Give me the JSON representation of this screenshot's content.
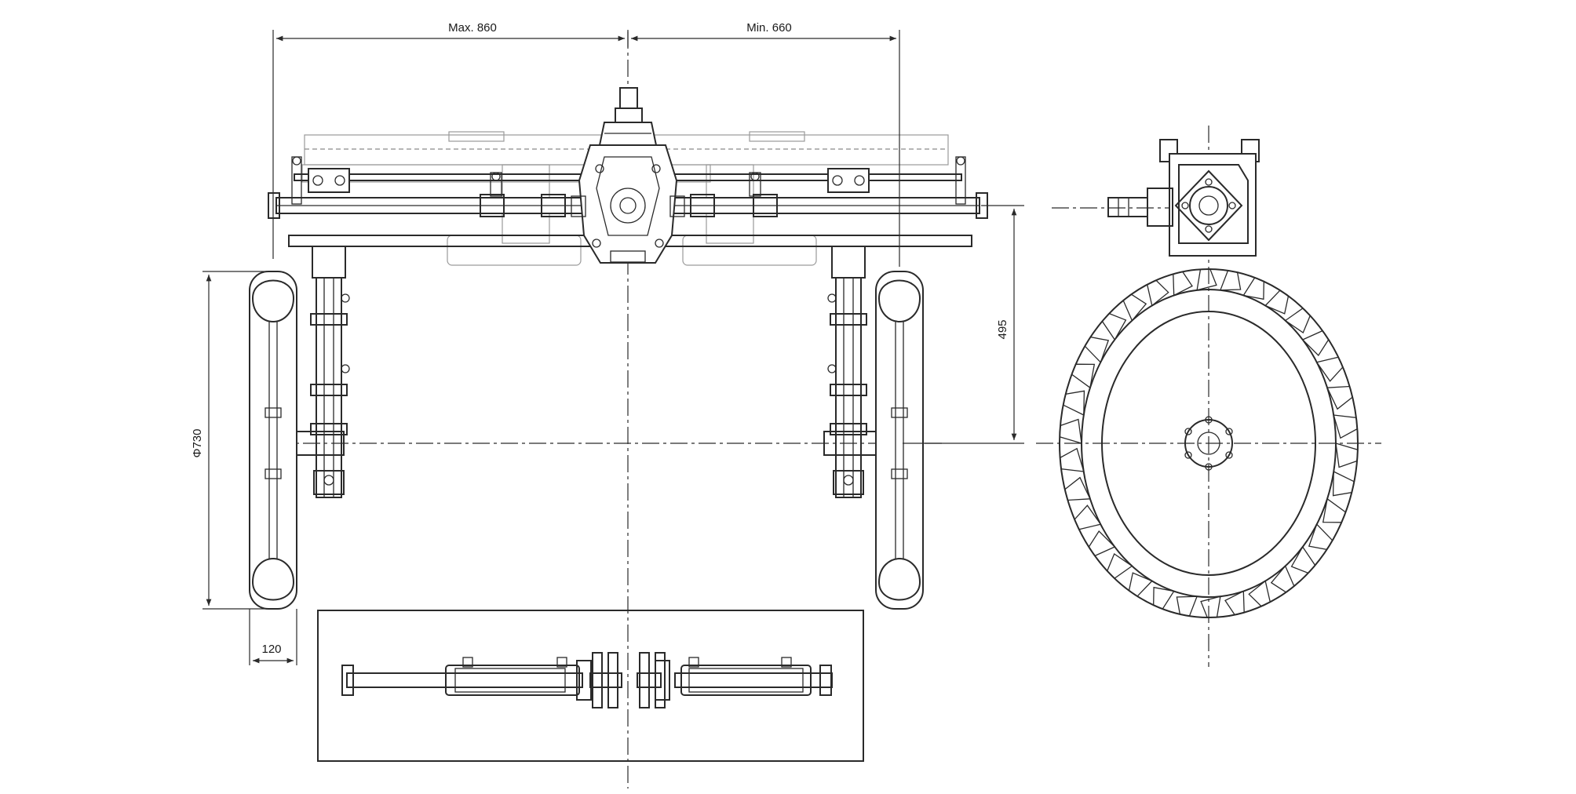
{
  "dimensions": {
    "max_width": "Max. 860",
    "min_width": "Min. 660",
    "height": "495",
    "wheel_diameter": "Φ730",
    "wheel_width": "120"
  },
  "colors": {
    "line": "#2a2a2a",
    "ghost": "#9a9a9a",
    "background": "#ffffff"
  }
}
